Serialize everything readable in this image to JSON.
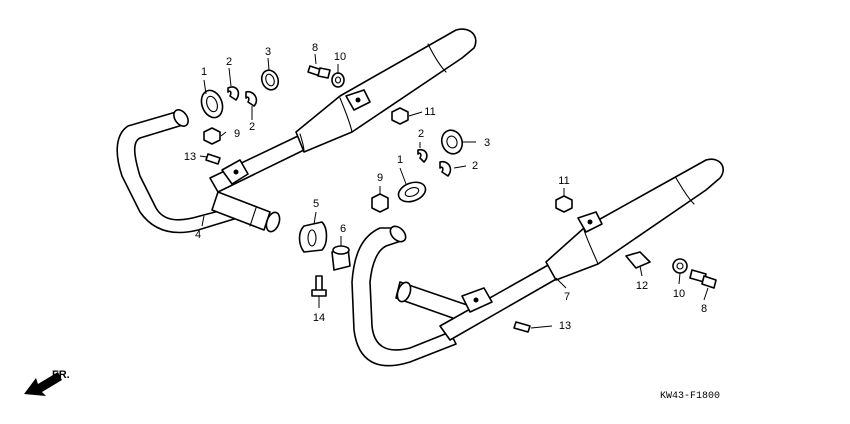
{
  "figure_code": "KW43-F1800",
  "direction_label": "FR.",
  "callouts": [
    {
      "id": "c1a",
      "text": "1"
    },
    {
      "id": "c2a",
      "text": "2"
    },
    {
      "id": "c2b",
      "text": "2"
    },
    {
      "id": "c3a",
      "text": "3"
    },
    {
      "id": "c8a",
      "text": "8"
    },
    {
      "id": "c10a",
      "text": "10"
    },
    {
      "id": "c9a",
      "text": "9"
    },
    {
      "id": "c13a",
      "text": "13"
    },
    {
      "id": "c4",
      "text": "4"
    },
    {
      "id": "c5",
      "text": "5"
    },
    {
      "id": "c6",
      "text": "6"
    },
    {
      "id": "c14",
      "text": "14"
    },
    {
      "id": "c11a",
      "text": "11"
    },
    {
      "id": "c2c",
      "text": "2"
    },
    {
      "id": "c3b",
      "text": "3"
    },
    {
      "id": "c1b",
      "text": "1"
    },
    {
      "id": "c2d",
      "text": "2"
    },
    {
      "id": "c9b",
      "text": "9"
    },
    {
      "id": "c11b",
      "text": "11"
    },
    {
      "id": "c7",
      "text": "7"
    },
    {
      "id": "c12",
      "text": "12"
    },
    {
      "id": "c10b",
      "text": "10"
    },
    {
      "id": "c8b",
      "text": "8"
    },
    {
      "id": "c13b",
      "text": "13"
    }
  ]
}
